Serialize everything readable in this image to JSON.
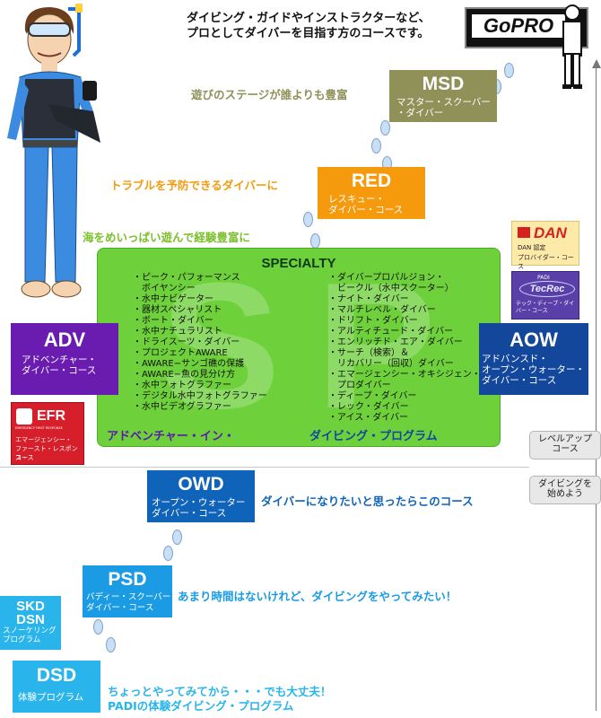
{
  "header": {
    "line1": "ダイビング・ガイドやインストラクターなど、",
    "line2": "プロとしてダイバーを目指す方のコースです。",
    "gopro": "GoPRO"
  },
  "captions": {
    "msd": "遊びのステージが誰よりも豊富",
    "red": "トラブルを予防できるダイバーに",
    "spec": "海をめいっぱい遊んで経験豊富に",
    "owd": "ダイバーになりたいと思ったらこのコース",
    "psd": "あまり時間はないけれど、ダイビングをやってみたい！",
    "dsd1": "ちょっとやってみてから・・・でも大丈夫！",
    "dsd2": "PADIの体験ダイビング・プログラム"
  },
  "courses": {
    "msd": {
      "code": "MSD",
      "sub1": "マスター・スクーバー",
      "sub2": "・ダイバー",
      "color": "#8f9159"
    },
    "red": {
      "code": "RED",
      "sub1": "レスキュー・",
      "sub2": "ダイバー・コース",
      "color": "#f59a0c"
    },
    "adv": {
      "code": "ADV",
      "sub1": "アドベンチャー・",
      "sub2": "ダイバー・コース",
      "color": "#6a1bb0"
    },
    "aow": {
      "code": "AOW",
      "sub1": "アドバンスド・",
      "sub2": "オープン・ウォーター・",
      "sub3": "ダイバー・コース",
      "color": "#13479c"
    },
    "owd": {
      "code": "OWD",
      "sub1": "オープン・ウォーター",
      "sub2": "ダイバー・コース",
      "color": "#0f63b8"
    },
    "psd": {
      "code": "PSD",
      "sub1": "バディー・スクーバー",
      "sub2": "ダイバー・コース",
      "color": "#1a9be3"
    },
    "skd": {
      "code1": "SKD",
      "code2": "DSN",
      "sub1": "スノーケリング",
      "sub2": "プログラム",
      "color": "#29b4ec"
    },
    "dsd": {
      "code": "DSD",
      "sub1": "体験プログラム",
      "color": "#29b4ec"
    }
  },
  "specialty": {
    "title": "SPECIALTY",
    "bg_letters": "SP",
    "footer_left": "アドベンチャー・イン・",
    "footer_right": "ダイビング・プログラム",
    "left_items": [
      "・ピーク・パフォーマンス",
      "　ボイヤンシー",
      "・水中ナビゲーター",
      "・器材スペシャリスト",
      "・ボート・ダイバー",
      "・水中ナチュラリスト",
      "・ドライスーツ・ダイバー",
      "・プロジェクトAWARE",
      "・AWARE−サンゴ礁の保護",
      "・AWARE−魚の見分け方",
      "・水中フォトグラファー",
      "・デジタル水中フォトグラファー",
      "・水中ビデオグラファー"
    ],
    "right_items": [
      "・ダイバープロパルジョン・",
      "　ビークル（水中スクーター）",
      "・ナイト・ダイバー",
      "・マルチレベル・ダイバー",
      "・ドリフト・ダイバー",
      "・アルティチュード・ダイバー",
      "・エンリッチド・エア・ダイバー",
      "・サーチ（検索）＆",
      "　リカバリー（回収）ダイバー",
      "・エマージェンシー・オキシジェン・",
      "　プロダイバー",
      "・ディープ・ダイバー",
      "・レック・ダイバー",
      "・アイス・ダイバー"
    ]
  },
  "logos": {
    "dan": {
      "name": "DAN",
      "sub1": "DAN 認定",
      "sub2": "プロバイダー・コース"
    },
    "tec": {
      "top": "PADI",
      "name": "TecRec",
      "sub": "テック・ディープ・ダイバー・コース"
    },
    "efr": {
      "name": "EFR",
      "tag": "EMERGENCY FIRST RESPONSE",
      "sub1": "エマージェンシー・",
      "sub2": "ファースト・レスポンス・",
      "sub3": "コース"
    }
  },
  "side_buttons": {
    "levelup": {
      "line1": "レベルアップ",
      "line2": "コース"
    },
    "start": {
      "line1": "ダイビングを",
      "line2": "始めよう"
    }
  }
}
